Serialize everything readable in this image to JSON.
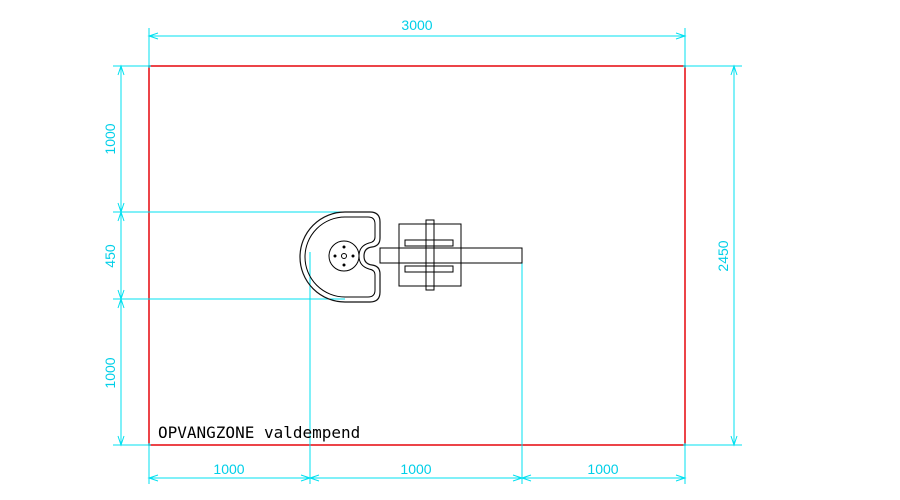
{
  "colors": {
    "background": "#ffffff",
    "dimension": "#00e0f0",
    "zone_outline": "#e8161b",
    "equipment": "#000000"
  },
  "dimensions": {
    "top_width": "3000",
    "right_height": "2450",
    "left_top": "1000",
    "left_middle": "450",
    "left_bottom": "1000",
    "bottom_left": "1000",
    "bottom_middle": "1000",
    "bottom_right": "1000"
  },
  "zone_label": "OPVANGZONE valdempend"
}
